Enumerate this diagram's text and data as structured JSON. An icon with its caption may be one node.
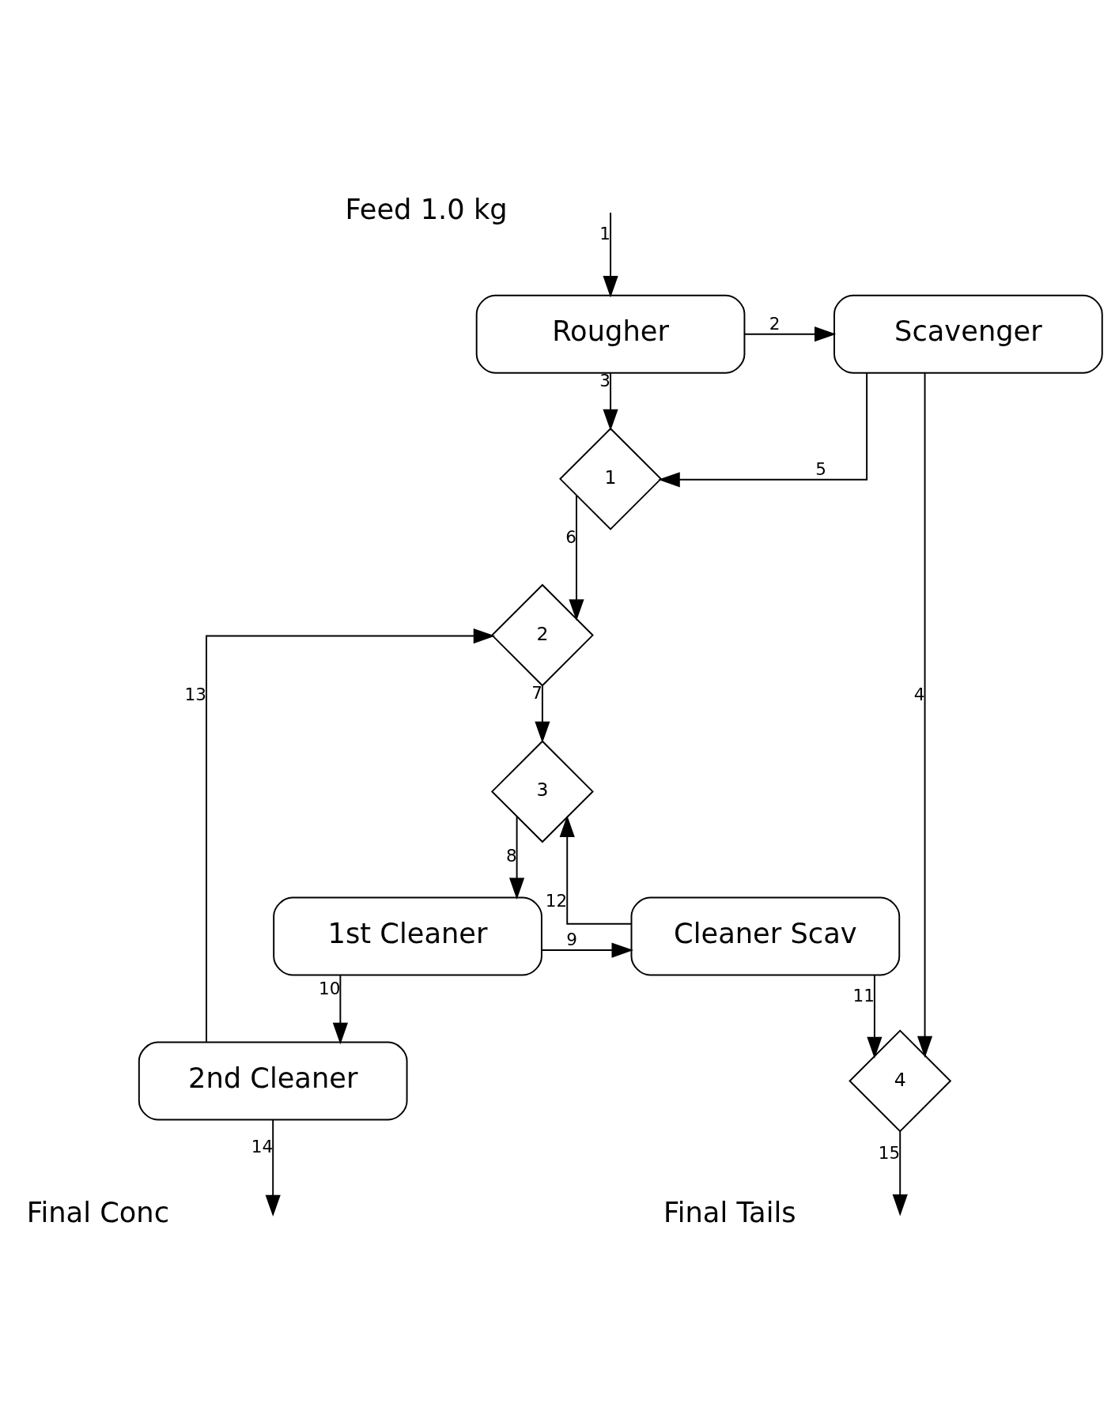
{
  "diagram": {
    "nodes": [
      {
        "text": [
          "Rougher"
        ]
      },
      {
        "text": [
          "Scavenger"
        ]
      },
      {
        "text": [
          "1"
        ]
      },
      {
        "text": [
          "2"
        ]
      },
      {
        "text": [
          "3"
        ]
      },
      {
        "text": [
          "1st Cleaner"
        ]
      },
      {
        "text": [
          "Cleaner Scav"
        ]
      },
      {
        "text": [
          "2nd Cleaner"
        ]
      },
      {
        "text": [
          "4"
        ]
      }
    ],
    "edges": [
      {
        "from": null,
        "to": 0,
        "arrow": "to",
        "label": "1"
      },
      {
        "from": 0,
        "to": 1,
        "arrow": "to",
        "label": "2"
      },
      {
        "from": 0,
        "to": 2,
        "arrow": "to",
        "label": "3"
      },
      {
        "from": 1,
        "to": 8,
        "arrow": "to",
        "label": "4"
      },
      {
        "from": 1,
        "to": 2,
        "arrow": "to",
        "label": "5"
      },
      {
        "from": 2,
        "to": 3,
        "arrow": "to",
        "label": "6"
      },
      {
        "from": 3,
        "to": 4,
        "arrow": "to",
        "label": "7"
      },
      {
        "from": 4,
        "to": 5,
        "arrow": "to",
        "label": "8"
      },
      {
        "from": 5,
        "to": 6,
        "arrow": "to",
        "label": "9"
      },
      {
        "from": 5,
        "to": 7,
        "arrow": "to",
        "label": "10"
      },
      {
        "from": 6,
        "to": 8,
        "arrow": "to",
        "label": "11"
      },
      {
        "from": 6,
        "to": 4,
        "arrow": "to",
        "label": "12"
      },
      {
        "from": 7,
        "to": 3,
        "arrow": "to",
        "label": "13"
      },
      {
        "from": 7,
        "to": null,
        "arrow": "to",
        "label": "14"
      },
      {
        "from": 8,
        "to": null,
        "arrow": "to",
        "label": "15"
      }
    ],
    "labels": [
      "Feed 1.0 kg",
      "Final Conc",
      "Final Tails"
    ]
  }
}
